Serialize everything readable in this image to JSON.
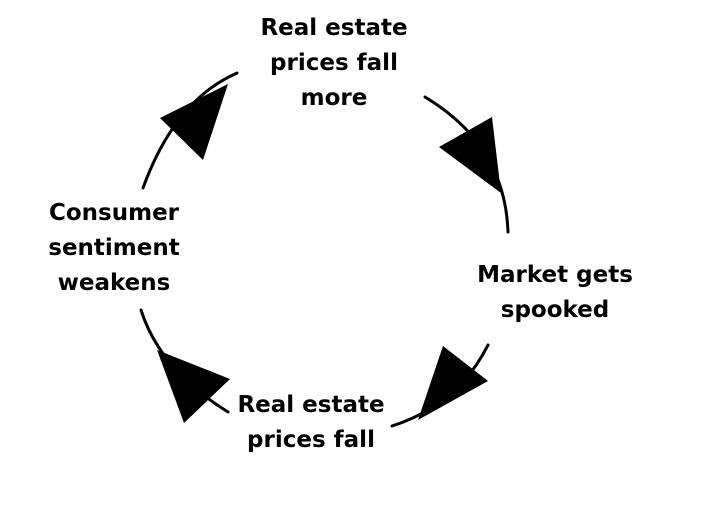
{
  "diagram": {
    "type": "cycle",
    "colors": {
      "stroke": "#000000",
      "text": "#000000",
      "background": "#ffffff"
    },
    "nodes": [
      {
        "id": "top",
        "lines": [
          "Real estate",
          "prices fall",
          "more"
        ]
      },
      {
        "id": "right",
        "lines": [
          "Market gets",
          "spooked"
        ]
      },
      {
        "id": "bottom",
        "lines": [
          "Real estate",
          "prices fall"
        ]
      },
      {
        "id": "left",
        "lines": [
          "Consumer",
          "sentiment",
          "weakens"
        ]
      }
    ],
    "edges": [
      {
        "from": "top",
        "to": "right",
        "direction": "clockwise"
      },
      {
        "from": "right",
        "to": "bottom",
        "direction": "clockwise"
      },
      {
        "from": "bottom",
        "to": "left",
        "direction": "clockwise"
      },
      {
        "from": "left",
        "to": "top",
        "direction": "clockwise"
      }
    ]
  }
}
